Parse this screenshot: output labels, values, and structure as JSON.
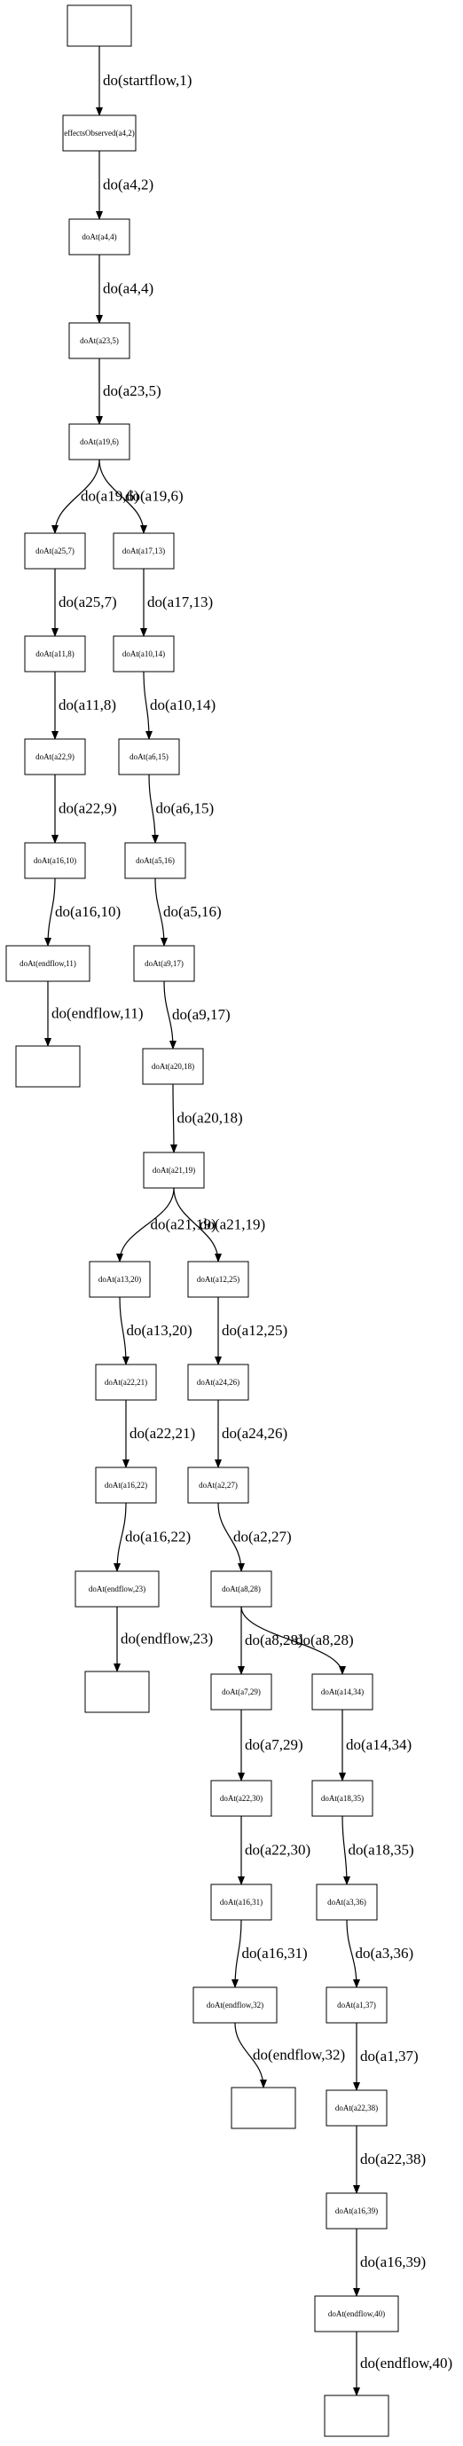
{
  "diagram": {
    "nodes": [
      {
        "id": "n0",
        "label": ""
      },
      {
        "id": "n1",
        "label": "effectsObserved(a4,2)"
      },
      {
        "id": "n2",
        "label": "doAt(a4,4)"
      },
      {
        "id": "n3",
        "label": "doAt(a23,5)"
      },
      {
        "id": "n4",
        "label": "doAt(a19,6)"
      },
      {
        "id": "n5",
        "label": "doAt(a25,7)"
      },
      {
        "id": "n6",
        "label": "doAt(a17,13)"
      },
      {
        "id": "n7",
        "label": "doAt(a11,8)"
      },
      {
        "id": "n8",
        "label": "doAt(a10,14)"
      },
      {
        "id": "n9",
        "label": "doAt(a22,9)"
      },
      {
        "id": "n10",
        "label": "doAt(a6,15)"
      },
      {
        "id": "n11",
        "label": "doAt(a16,10)"
      },
      {
        "id": "n12",
        "label": "doAt(a5,16)"
      },
      {
        "id": "n13",
        "label": "doAt(endflow,11)"
      },
      {
        "id": "n14",
        "label": "doAt(a9,17)"
      },
      {
        "id": "n15",
        "label": ""
      },
      {
        "id": "n16",
        "label": "doAt(a20,18)"
      },
      {
        "id": "n17",
        "label": "doAt(a21,19)"
      },
      {
        "id": "n18",
        "label": "doAt(a13,20)"
      },
      {
        "id": "n19",
        "label": "doAt(a12,25)"
      },
      {
        "id": "n20",
        "label": "doAt(a22,21)"
      },
      {
        "id": "n21",
        "label": "doAt(a24,26)"
      },
      {
        "id": "n22",
        "label": "doAt(a16,22)"
      },
      {
        "id": "n23",
        "label": "doAt(a2,27)"
      },
      {
        "id": "n24",
        "label": "doAt(endflow,23)"
      },
      {
        "id": "n25",
        "label": "doAt(a8,28)"
      },
      {
        "id": "n26",
        "label": ""
      },
      {
        "id": "n27",
        "label": "doAt(a7,29)"
      },
      {
        "id": "n28",
        "label": "doAt(a14,34)"
      },
      {
        "id": "n29",
        "label": "doAt(a22,30)"
      },
      {
        "id": "n30",
        "label": "doAt(a18,35)"
      },
      {
        "id": "n31",
        "label": "doAt(a16,31)"
      },
      {
        "id": "n32",
        "label": "doAt(a3,36)"
      },
      {
        "id": "n33",
        "label": "doAt(endflow,32)"
      },
      {
        "id": "n34",
        "label": "doAt(a1,37)"
      },
      {
        "id": "n35",
        "label": ""
      },
      {
        "id": "n36",
        "label": "doAt(a22,38)"
      },
      {
        "id": "n37",
        "label": "doAt(a16,39)"
      },
      {
        "id": "n38",
        "label": "doAt(endflow,40)"
      },
      {
        "id": "n39",
        "label": ""
      }
    ],
    "edges": [
      {
        "from": "n0",
        "to": "n1",
        "label": "do(startflow,1)"
      },
      {
        "from": "n1",
        "to": "n2",
        "label": "do(a4,2)"
      },
      {
        "from": "n2",
        "to": "n3",
        "label": "do(a4,4)"
      },
      {
        "from": "n3",
        "to": "n4",
        "label": "do(a23,5)"
      },
      {
        "from": "n4",
        "to": "n5",
        "label": "do(a19,6)"
      },
      {
        "from": "n4",
        "to": "n6",
        "label": "do(a19,6)"
      },
      {
        "from": "n5",
        "to": "n7",
        "label": "do(a25,7)"
      },
      {
        "from": "n6",
        "to": "n8",
        "label": "do(a17,13)"
      },
      {
        "from": "n7",
        "to": "n9",
        "label": "do(a11,8)"
      },
      {
        "from": "n8",
        "to": "n10",
        "label": "do(a10,14)"
      },
      {
        "from": "n9",
        "to": "n11",
        "label": "do(a22,9)"
      },
      {
        "from": "n10",
        "to": "n12",
        "label": "do(a6,15)"
      },
      {
        "from": "n11",
        "to": "n13",
        "label": "do(a16,10)"
      },
      {
        "from": "n12",
        "to": "n14",
        "label": "do(a5,16)"
      },
      {
        "from": "n13",
        "to": "n15",
        "label": "do(endflow,11)"
      },
      {
        "from": "n14",
        "to": "n16",
        "label": "do(a9,17)"
      },
      {
        "from": "n16",
        "to": "n17",
        "label": "do(a20,18)"
      },
      {
        "from": "n17",
        "to": "n18",
        "label": "do(a21,19)"
      },
      {
        "from": "n17",
        "to": "n19",
        "label": "do(a21,19)"
      },
      {
        "from": "n18",
        "to": "n20",
        "label": "do(a13,20)"
      },
      {
        "from": "n19",
        "to": "n21",
        "label": "do(a12,25)"
      },
      {
        "from": "n20",
        "to": "n22",
        "label": "do(a22,21)"
      },
      {
        "from": "n21",
        "to": "n23",
        "label": "do(a24,26)"
      },
      {
        "from": "n22",
        "to": "n24",
        "label": "do(a16,22)"
      },
      {
        "from": "n23",
        "to": "n25",
        "label": "do(a2,27)"
      },
      {
        "from": "n24",
        "to": "n26",
        "label": "do(endflow,23)"
      },
      {
        "from": "n25",
        "to": "n27",
        "label": "do(a8,28)"
      },
      {
        "from": "n25",
        "to": "n28",
        "label": "do(a8,28)"
      },
      {
        "from": "n27",
        "to": "n29",
        "label": "do(a7,29)"
      },
      {
        "from": "n28",
        "to": "n30",
        "label": "do(a14,34)"
      },
      {
        "from": "n29",
        "to": "n31",
        "label": "do(a22,30)"
      },
      {
        "from": "n30",
        "to": "n32",
        "label": "do(a18,35)"
      },
      {
        "from": "n31",
        "to": "n33",
        "label": "do(a16,31)"
      },
      {
        "from": "n32",
        "to": "n34",
        "label": "do(a3,36)"
      },
      {
        "from": "n33",
        "to": "n35",
        "label": "do(endflow,32)"
      },
      {
        "from": "n34",
        "to": "n36",
        "label": "do(a1,37)"
      },
      {
        "from": "n36",
        "to": "n37",
        "label": "do(a22,38)"
      },
      {
        "from": "n37",
        "to": "n38",
        "label": "do(a16,39)"
      },
      {
        "from": "n38",
        "to": "n39",
        "label": "do(endflow,40)"
      }
    ]
  }
}
